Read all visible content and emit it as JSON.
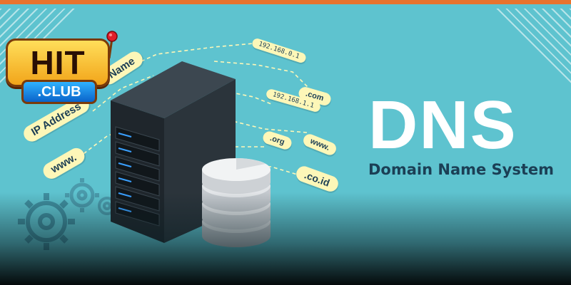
{
  "brand": {
    "logo_main": "HIT",
    "logo_sub": ".CLUB"
  },
  "headline": {
    "title": "DNS",
    "subtitle": "Domain Name System"
  },
  "tags_left": {
    "name": "Name",
    "ip_address": "IP Address",
    "www": "www."
  },
  "tags_right": {
    "ip1": "192.168.0.1",
    "com": ".com",
    "ip2": "192.168.1.1",
    "org": ".org",
    "www": "www.",
    "coid": ".co.id"
  },
  "colors": {
    "background": "#5ec3cf",
    "tag_fill": "#fdf7b8",
    "tag_text": "#1d3f55",
    "accent_border": "#e8732e",
    "server_led": "#3aa0ff"
  }
}
